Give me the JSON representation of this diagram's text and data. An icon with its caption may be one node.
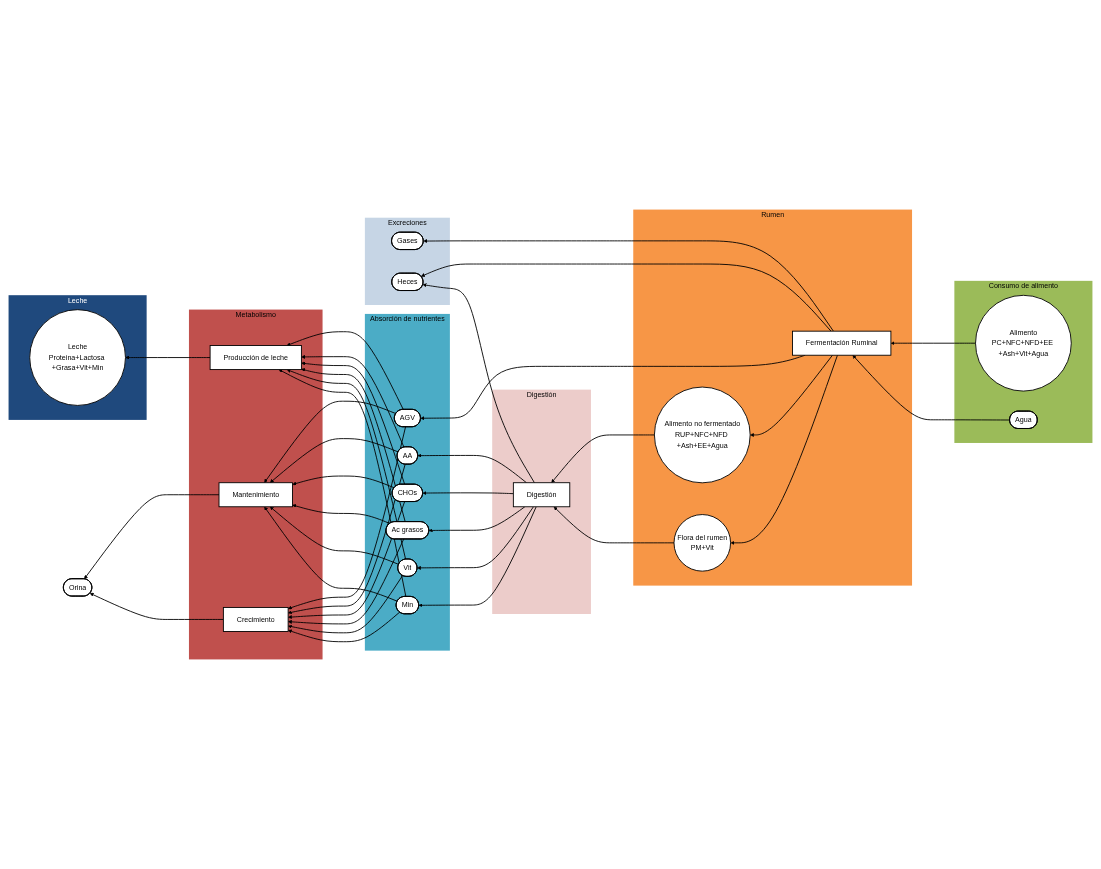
{
  "diagram": {
    "nodes": [
      {
        "text": [
          "Consumo de alimento"
        ]
      },
      {
        "text": [
          "Alimento",
          "PC+NFC+NFD+EE +Ash+Vit+Agua"
        ],
        "in": 0
      },
      {
        "text": [
          "Agua"
        ],
        "in": 0
      },
      {
        "text": [
          "Orina"
        ]
      },
      {
        "text": [
          "Metabolismo"
        ]
      },
      {
        "text": [
          "Mantenimiento"
        ],
        "in": 4
      },
      {
        "text": [
          "Crecimiento"
        ],
        "in": 4
      },
      {
        "text": [
          "Producción de leche"
        ],
        "in": 4
      },
      {
        "text": [
          "Absorción de nutrientes"
        ]
      },
      {
        "text": [
          "AGV"
        ],
        "in": 8
      },
      {
        "text": [
          "AA"
        ],
        "in": 8
      },
      {
        "text": [
          "CHOs"
        ],
        "in": 8
      },
      {
        "text": [
          "Ac grasos"
        ],
        "in": 8
      },
      {
        "text": [
          "Vit"
        ],
        "in": 8
      },
      {
        "text": [
          "Min"
        ],
        "in": 8
      },
      {
        "text": [
          "Rumen"
        ]
      },
      {
        "text": [
          "Fermentación Ruminal"
        ],
        "in": 15
      },
      {
        "text": [
          "Alimento no fermentado",
          "RUP+NFC+NFD +Ash+EE+Agua"
        ],
        "in": 15
      },
      {
        "text": [
          "Flora del rumen",
          "PM+Vit"
        ],
        "in": 15
      },
      {
        "text": [
          "Excreciones"
        ]
      },
      {
        "text": [
          "Gases"
        ],
        "in": 19
      },
      {
        "text": [
          "Heces"
        ],
        "in": 19
      },
      {
        "text": [
          "Leche"
        ]
      },
      {
        "text": [
          "Leche",
          "Proteina+Lactosa +Grasa+Vit+Min"
        ],
        "in": 22
      },
      {
        "text": [
          "Digestión"
        ]
      },
      {
        "text": [
          "Digestión"
        ],
        "in": 24
      }
    ],
    "edges": [
      {
        "from": 1,
        "to": 16,
        "arrow": "to"
      },
      {
        "from": 2,
        "to": 16,
        "arrow": "to"
      },
      {
        "from": 16,
        "to": 9,
        "arrow": "to"
      },
      {
        "from": 16,
        "to": 17,
        "arrow": "to"
      },
      {
        "from": 16,
        "to": 18,
        "arrow": "to"
      },
      {
        "from": 16,
        "to": 20,
        "arrow": "to"
      },
      {
        "from": 16,
        "to": 21,
        "arrow": "to"
      },
      {
        "from": 17,
        "to": 25,
        "arrow": "to"
      },
      {
        "from": 18,
        "to": 25,
        "arrow": "to"
      },
      {
        "from": 25,
        "to": 21,
        "arrow": "to"
      },
      {
        "from": 25,
        "to": 10,
        "arrow": "to"
      },
      {
        "from": 25,
        "to": 11,
        "arrow": "to"
      },
      {
        "from": 25,
        "to": 12,
        "arrow": "to"
      },
      {
        "from": 25,
        "to": 13,
        "arrow": "to"
      },
      {
        "from": 25,
        "to": 14,
        "arrow": "to"
      },
      {
        "from": 9,
        "to": 5,
        "arrow": "to"
      },
      {
        "from": 9,
        "to": 6,
        "arrow": "to"
      },
      {
        "from": 9,
        "to": 7,
        "arrow": "to"
      },
      {
        "from": 10,
        "to": 5,
        "arrow": "to"
      },
      {
        "from": 10,
        "to": 6,
        "arrow": "to"
      },
      {
        "from": 10,
        "to": 7,
        "arrow": "to"
      },
      {
        "from": 11,
        "to": 5,
        "arrow": "to"
      },
      {
        "from": 11,
        "to": 6,
        "arrow": "to"
      },
      {
        "from": 11,
        "to": 7,
        "arrow": "to"
      },
      {
        "from": 12,
        "to": 5,
        "arrow": "to"
      },
      {
        "from": 12,
        "to": 6,
        "arrow": "to"
      },
      {
        "from": 12,
        "to": 7,
        "arrow": "to"
      },
      {
        "from": 13,
        "to": 5,
        "arrow": "to"
      },
      {
        "from": 13,
        "to": 6,
        "arrow": "to"
      },
      {
        "from": 13,
        "to": 7,
        "arrow": "to"
      },
      {
        "from": 14,
        "to": 5,
        "arrow": "to"
      },
      {
        "from": 14,
        "to": 6,
        "arrow": "to"
      },
      {
        "from": 14,
        "to": 7,
        "arrow": "to"
      },
      {
        "from": 5,
        "to": 3,
        "arrow": "to"
      },
      {
        "from": 6,
        "to": 3,
        "arrow": "to"
      },
      {
        "from": 7,
        "to": 23,
        "arrow": "to"
      }
    ]
  }
}
